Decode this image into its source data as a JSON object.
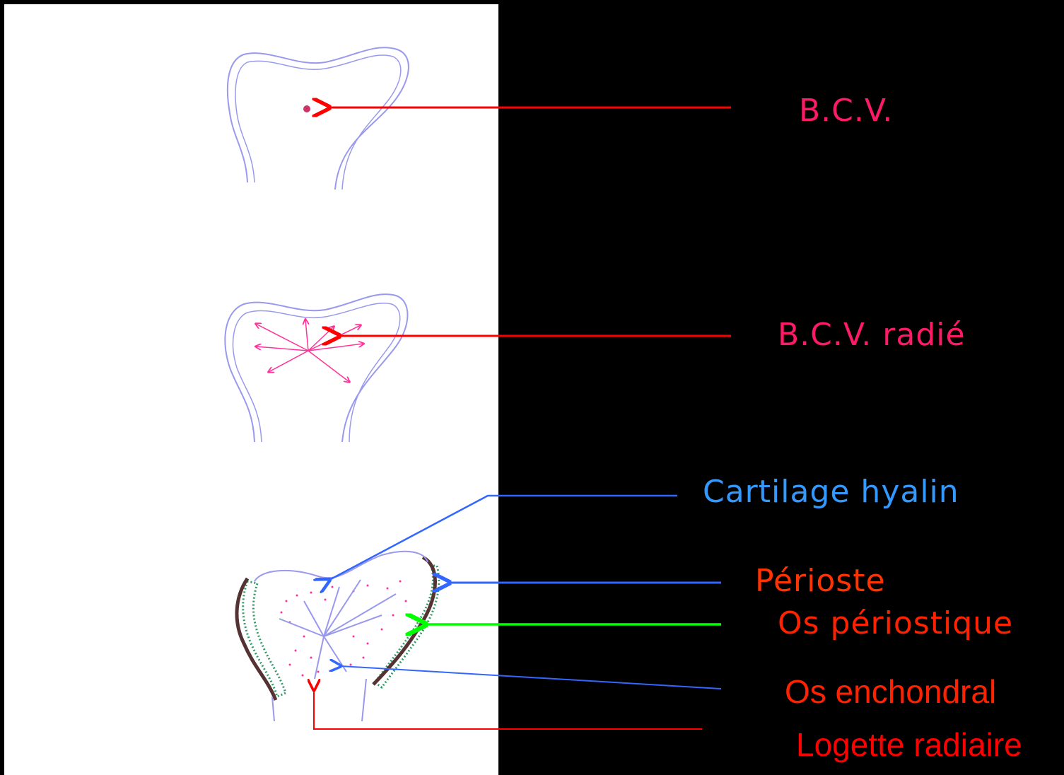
{
  "labels": {
    "bcv": "B.C.V.",
    "bcv_radie": "B.C.V. radié",
    "cartilage_hyalin": "Cartilage hyalin",
    "perioste": "Périoste",
    "os_periostique": "Os périostique",
    "os_enchondral": "Os enchondral",
    "logette_radiaire": "Logette radiaire"
  },
  "colors": {
    "background": "#000000",
    "panel": "#ffffff",
    "bcv_text": "#ff1a66",
    "bcv_arrow": "#ff0000",
    "cartilage_text": "#3399ff",
    "perioste_text": "#ff3300",
    "os_text": "#ff2200",
    "logette_text": "#ff0000",
    "blue_arrow": "#3366ff",
    "green_arrow": "#00ff00",
    "outline": "#9999ee",
    "periosteum_line": "#553333",
    "periosteal_bone": "#339966",
    "ossification_dots": "#ff3399"
  }
}
